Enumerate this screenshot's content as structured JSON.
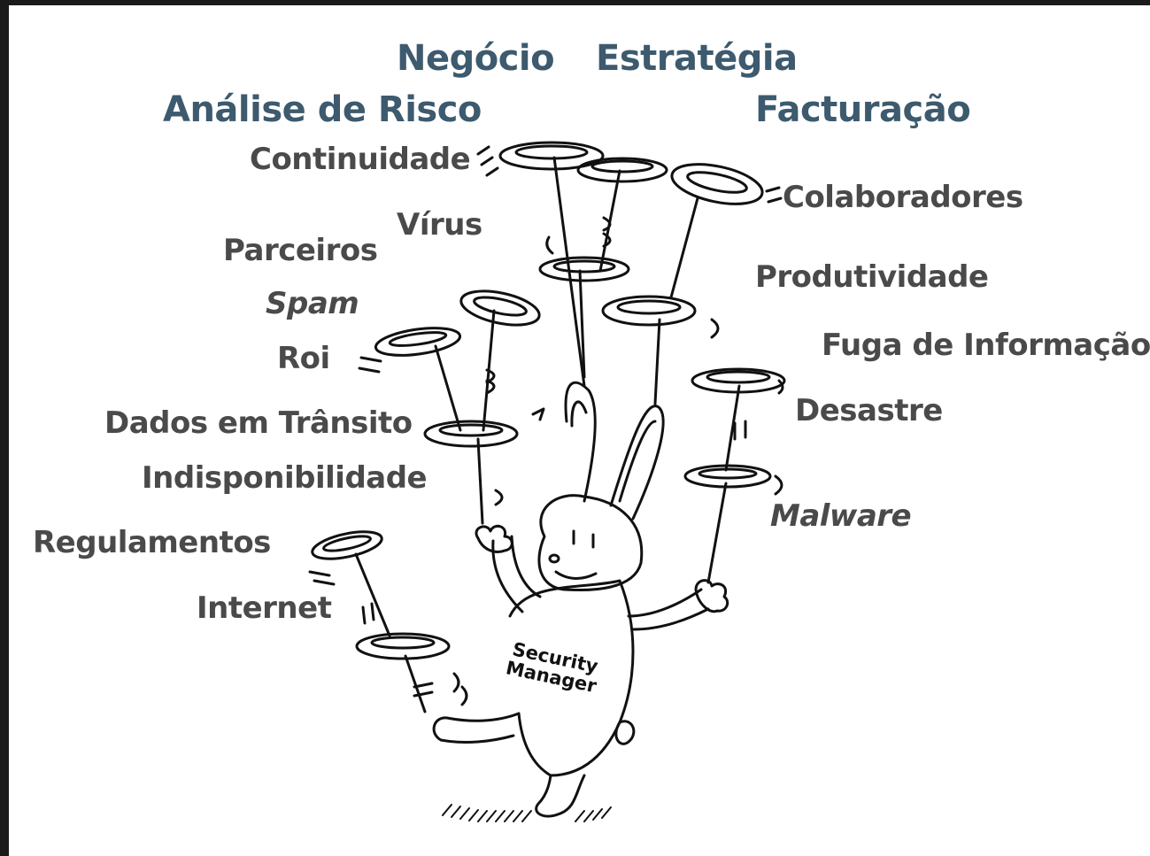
{
  "labels": {
    "negocio": "Negócio",
    "estrategia": "Estratégia",
    "analise_risco": "Análise de Risco",
    "facturacao": "Facturação",
    "continuidade": "Continuidade",
    "colaboradores": "Colaboradores",
    "virus": "Vírus",
    "parceiros": "Parceiros",
    "produtividade": "Produtividade",
    "spam": "Spam",
    "fuga_informacao": "Fuga de Informação",
    "roi": "Roi",
    "desastre": "Desastre",
    "dados_transito": "Dados em Trânsito",
    "indisponibilidade": "Indisponibilidade",
    "malware": "Malware",
    "regulamentos": "Regulamentos",
    "internet": "Internet"
  },
  "badge": {
    "line1": "Security",
    "line2": "Manager"
  },
  "colors": {
    "heading": "#3d5a6e",
    "label": "#4a4a4a",
    "ink": "#111111",
    "frame": "#1a1a1a"
  }
}
